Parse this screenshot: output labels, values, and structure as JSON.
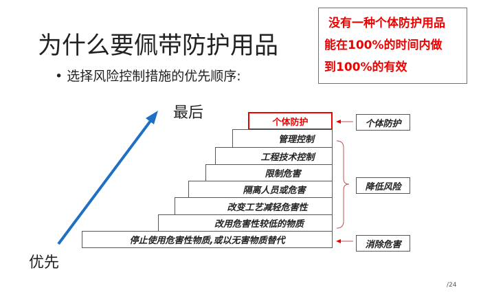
{
  "title": "为什么要佩带防护用品",
  "bullet": "• 选择风险控制措施的优先顺序:",
  "note": [
    "没有一种个体防护用品",
    "能在100%的时间内做",
    "到100%的有效"
  ],
  "top_label": "最后",
  "bottom_label": "优先",
  "steps": [
    "个体防护",
    "管理控制",
    "工程技术控制",
    "限制危害",
    "隔离人员或危害",
    "改变工艺减轻危害性",
    "改用危害性较低的物质",
    "停止使用危害性物质,或以无害物质替代"
  ],
  "categories": [
    "个体防护",
    "降低风险",
    "消除危害"
  ],
  "page_number": "/24",
  "colors": {
    "accent_red": "#e00000",
    "arrow_blue": "#1f6fc5"
  }
}
